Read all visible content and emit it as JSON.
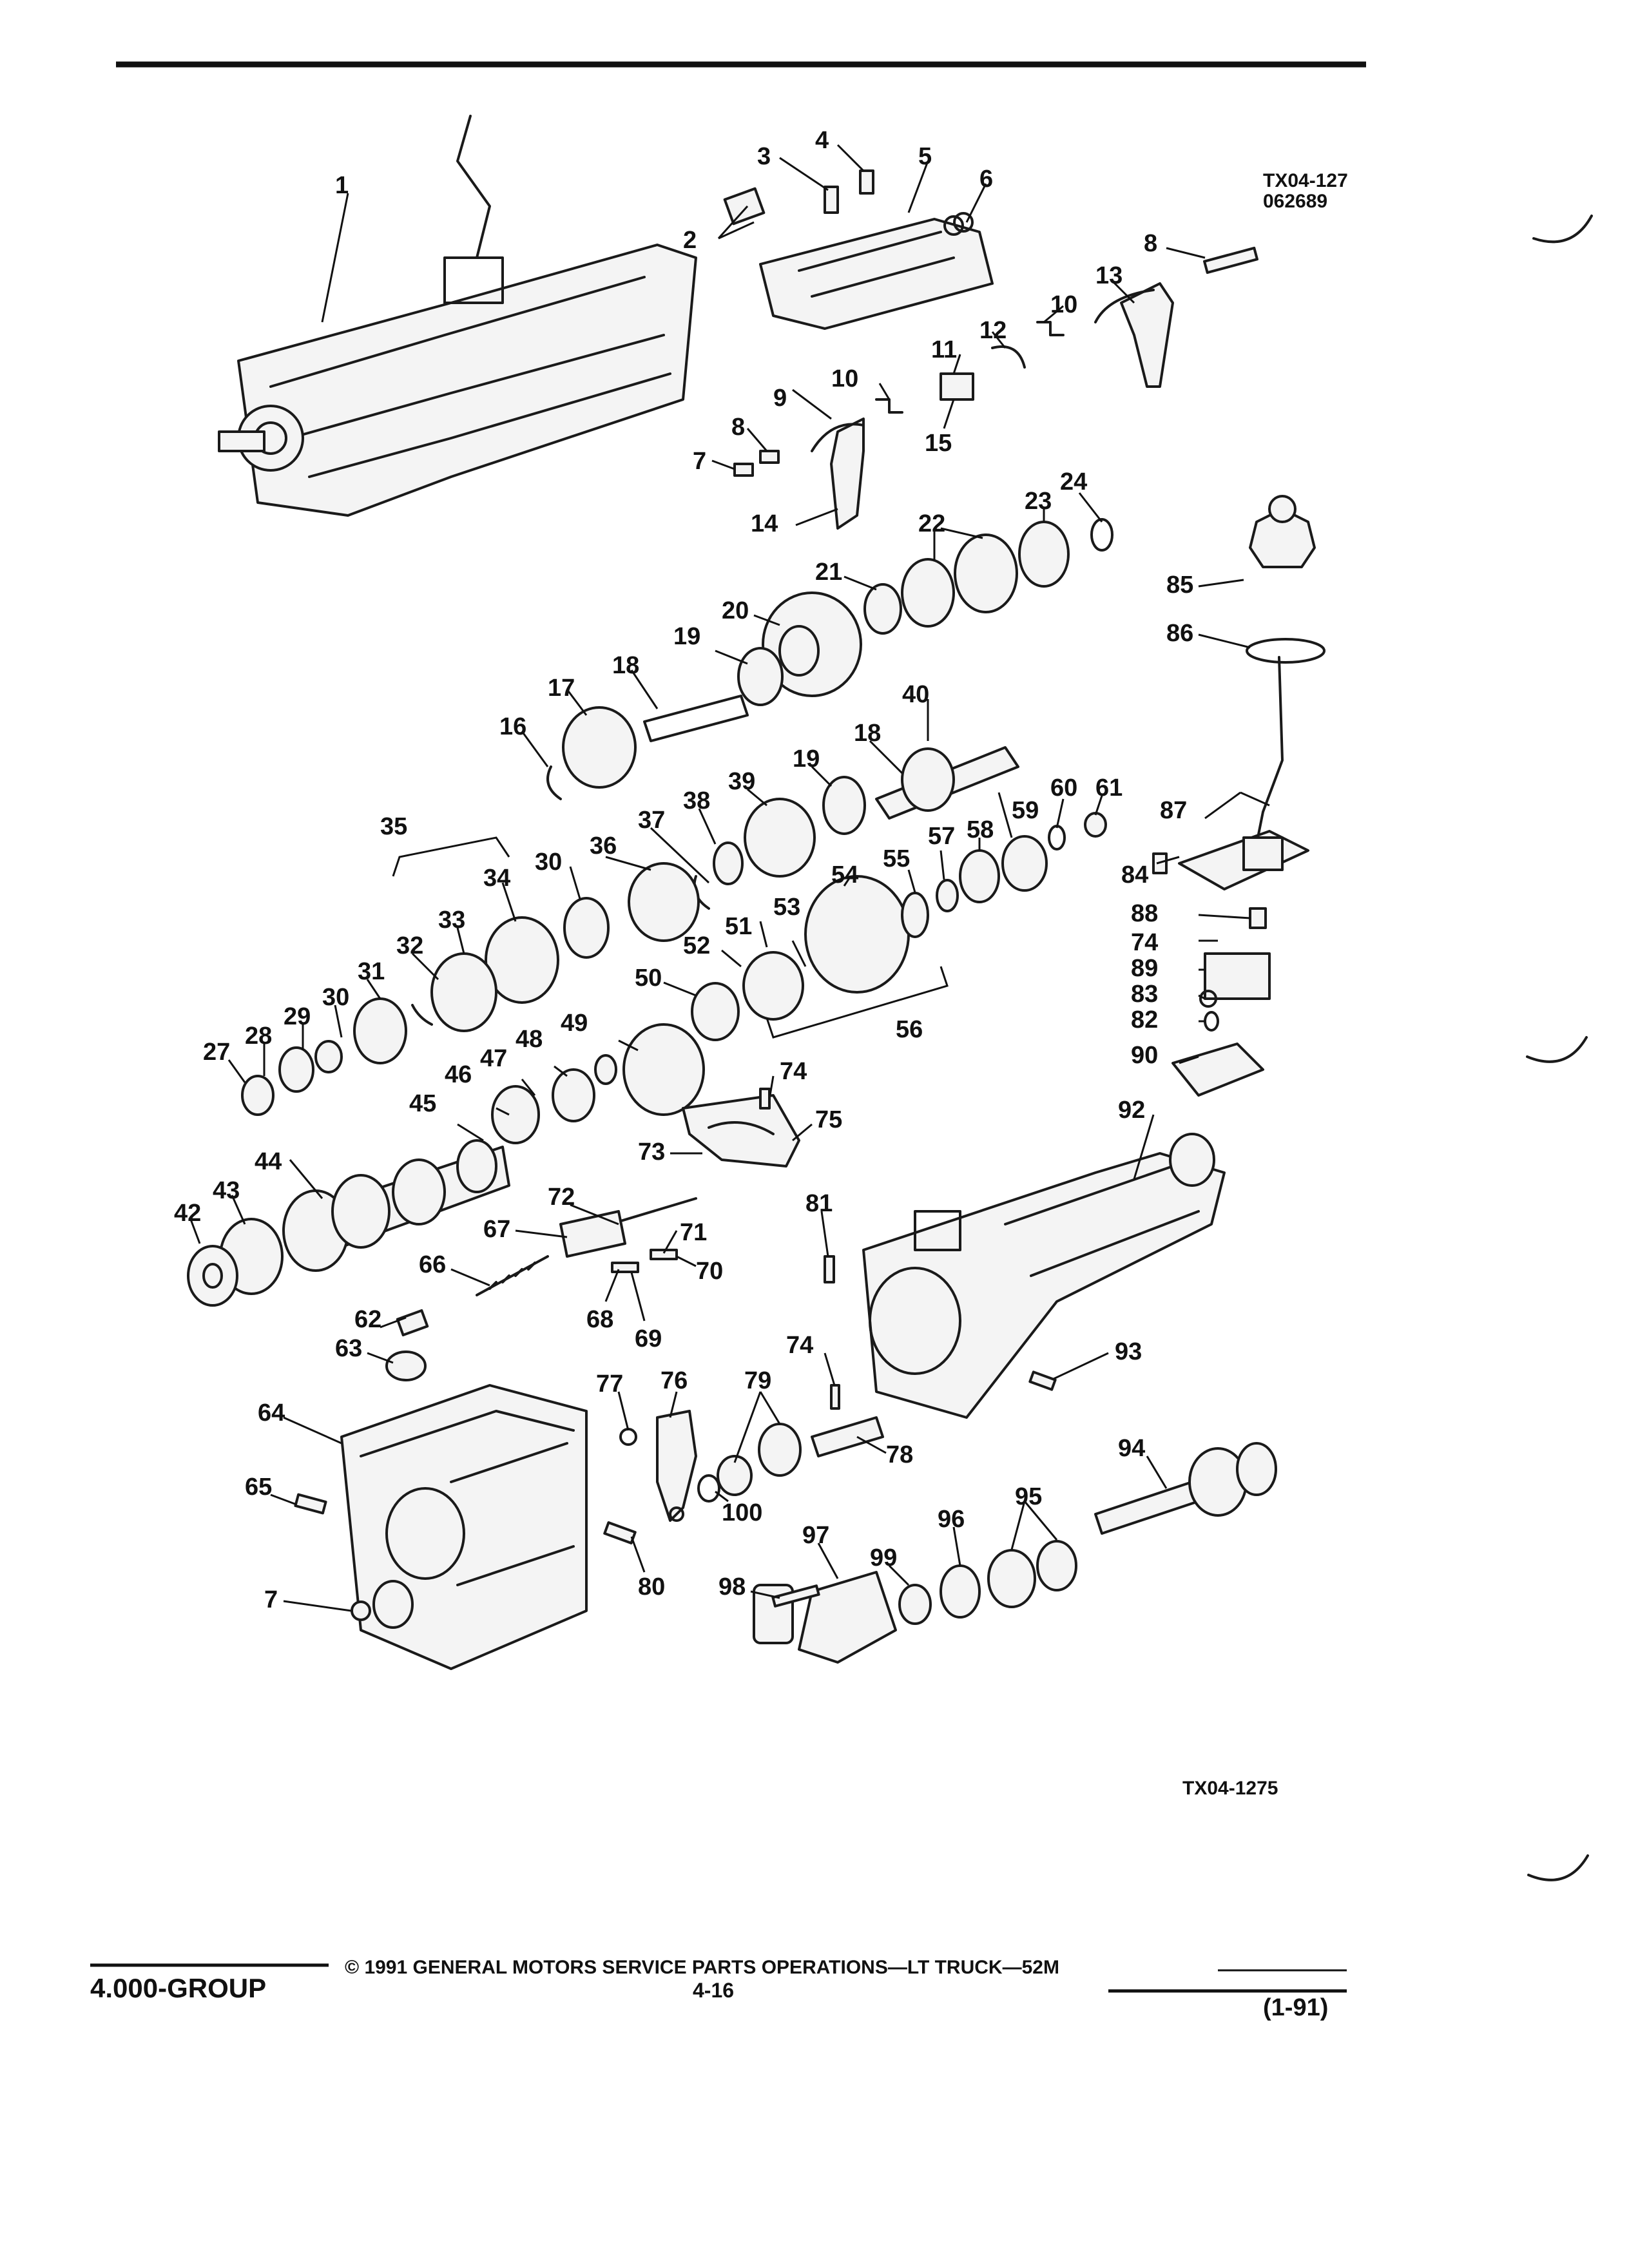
{
  "header_refs": {
    "figure_code": "TX04-127",
    "date_code": "062689"
  },
  "figure_ref_bottom": "TX04-1275",
  "footer": {
    "group": "4.000-GROUP",
    "copyright": "© 1991 GENERAL MOTORS SERVICE PARTS OPERATIONS—LT TRUCK—52M",
    "page": "4-16",
    "edition": "(1-91)"
  },
  "callouts": [
    "1",
    "2",
    "3",
    "4",
    "5",
    "6",
    "7",
    "8",
    "8",
    "9",
    "10",
    "10",
    "11",
    "12",
    "13",
    "14",
    "15",
    "16",
    "17",
    "18",
    "18",
    "19",
    "19",
    "20",
    "21",
    "22",
    "23",
    "24",
    "27",
    "28",
    "29",
    "30",
    "30",
    "31",
    "32",
    "33",
    "34",
    "35",
    "36",
    "37",
    "38",
    "39",
    "40",
    "42",
    "43",
    "44",
    "45",
    "46",
    "47",
    "48",
    "49",
    "50",
    "51",
    "52",
    "53",
    "54",
    "55",
    "56",
    "57",
    "58",
    "59",
    "60",
    "61",
    "62",
    "63",
    "64",
    "65",
    "66",
    "67",
    "68",
    "69",
    "70",
    "71",
    "72",
    "73",
    "74",
    "74",
    "74",
    "75",
    "76",
    "77",
    "78",
    "79",
    "80",
    "81",
    "82",
    "83",
    "84",
    "85",
    "86",
    "87",
    "88",
    "89",
    "90",
    "92",
    "93",
    "94",
    "95",
    "96",
    "97",
    "98",
    "99",
    "100",
    "7"
  ]
}
